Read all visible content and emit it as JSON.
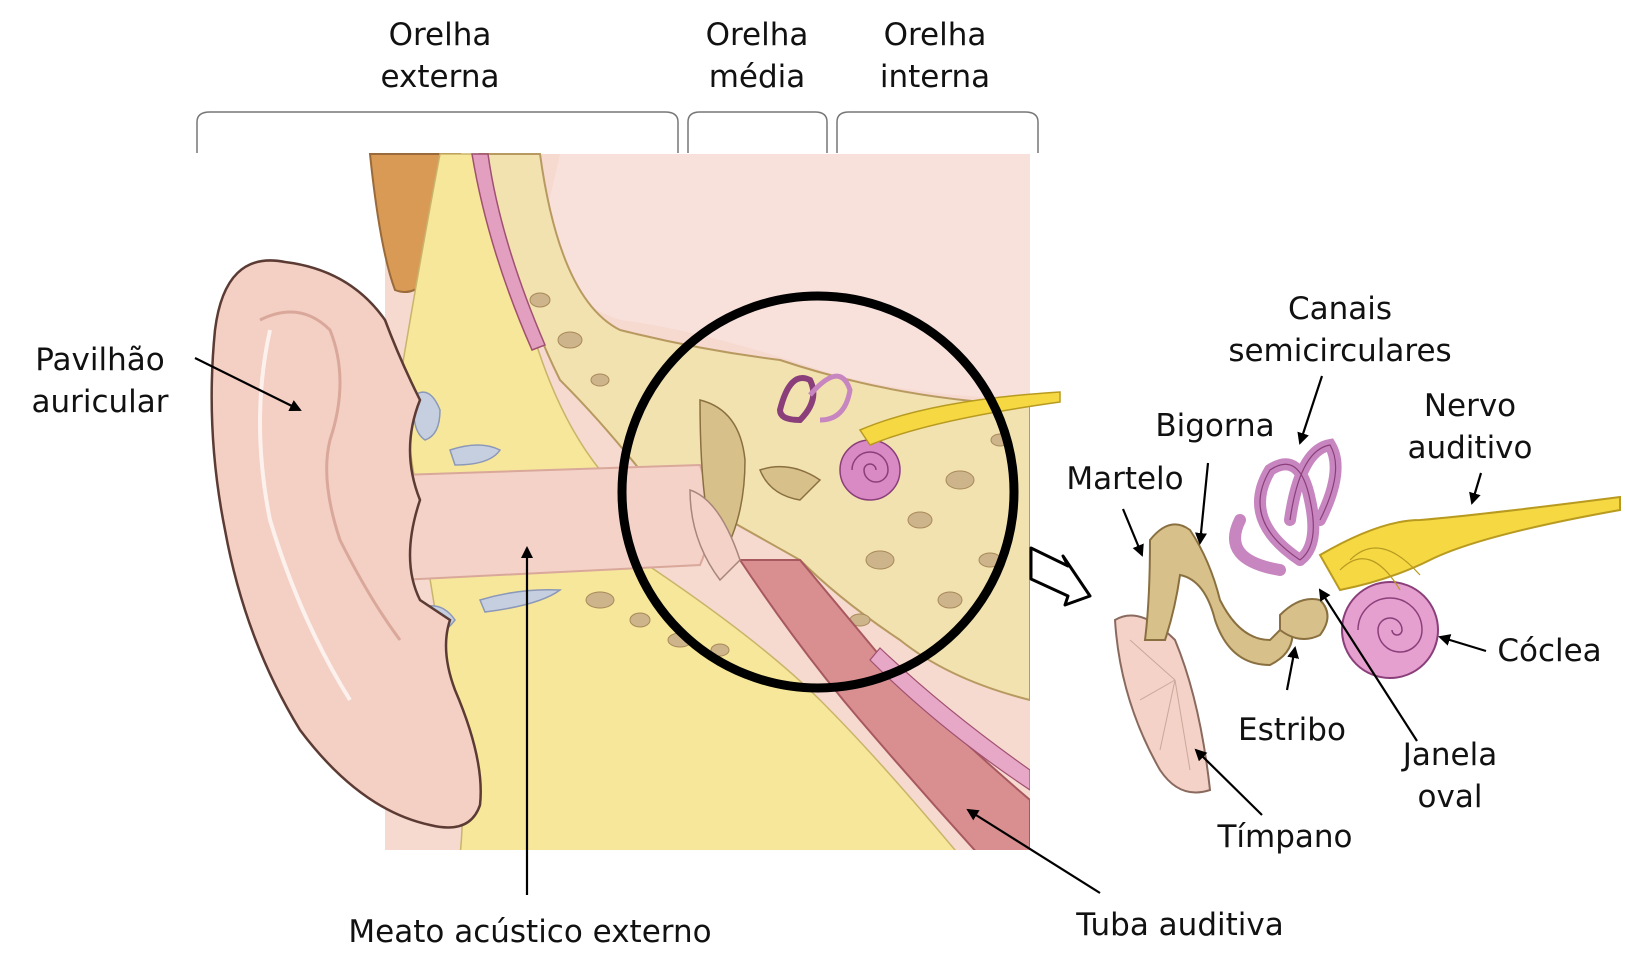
{
  "regions": [
    {
      "lines": [
        "Orelha",
        "externa"
      ]
    },
    {
      "lines": [
        "Orelha",
        "média"
      ]
    },
    {
      "lines": [
        "Orelha",
        "interna"
      ]
    }
  ],
  "labels": {
    "pavilhao": [
      "Pavilhão",
      "auricular"
    ],
    "meato": "Meato acústico externo",
    "tuba": "Tuba auditiva",
    "canais": [
      "Canais",
      "semicirculares"
    ],
    "bigorna": "Bigorna",
    "martelo": "Martelo",
    "nervo": [
      "Nervo",
      "auditivo"
    ],
    "coclea": "Cóclea",
    "estribo": "Estribo",
    "janela": [
      "Janela",
      "oval"
    ],
    "timpano": "Tímpano"
  },
  "colors": {
    "skin": "#f6d9cf",
    "skin_dark": "#e8b9ac",
    "fat": "#f7e79a",
    "bone": "#f2e2b0",
    "bone_holes": "#cdb48a",
    "hair": "#d89a55",
    "canal_pink": "#de8f97",
    "tube": "#d98f8f",
    "ossicles": "#d8c08a",
    "semicircular": "#c786c0",
    "cochlea": "#d98ac4",
    "nerve": "#f5d842",
    "cartilage": "#c5cfe0",
    "outline": "#000000"
  }
}
